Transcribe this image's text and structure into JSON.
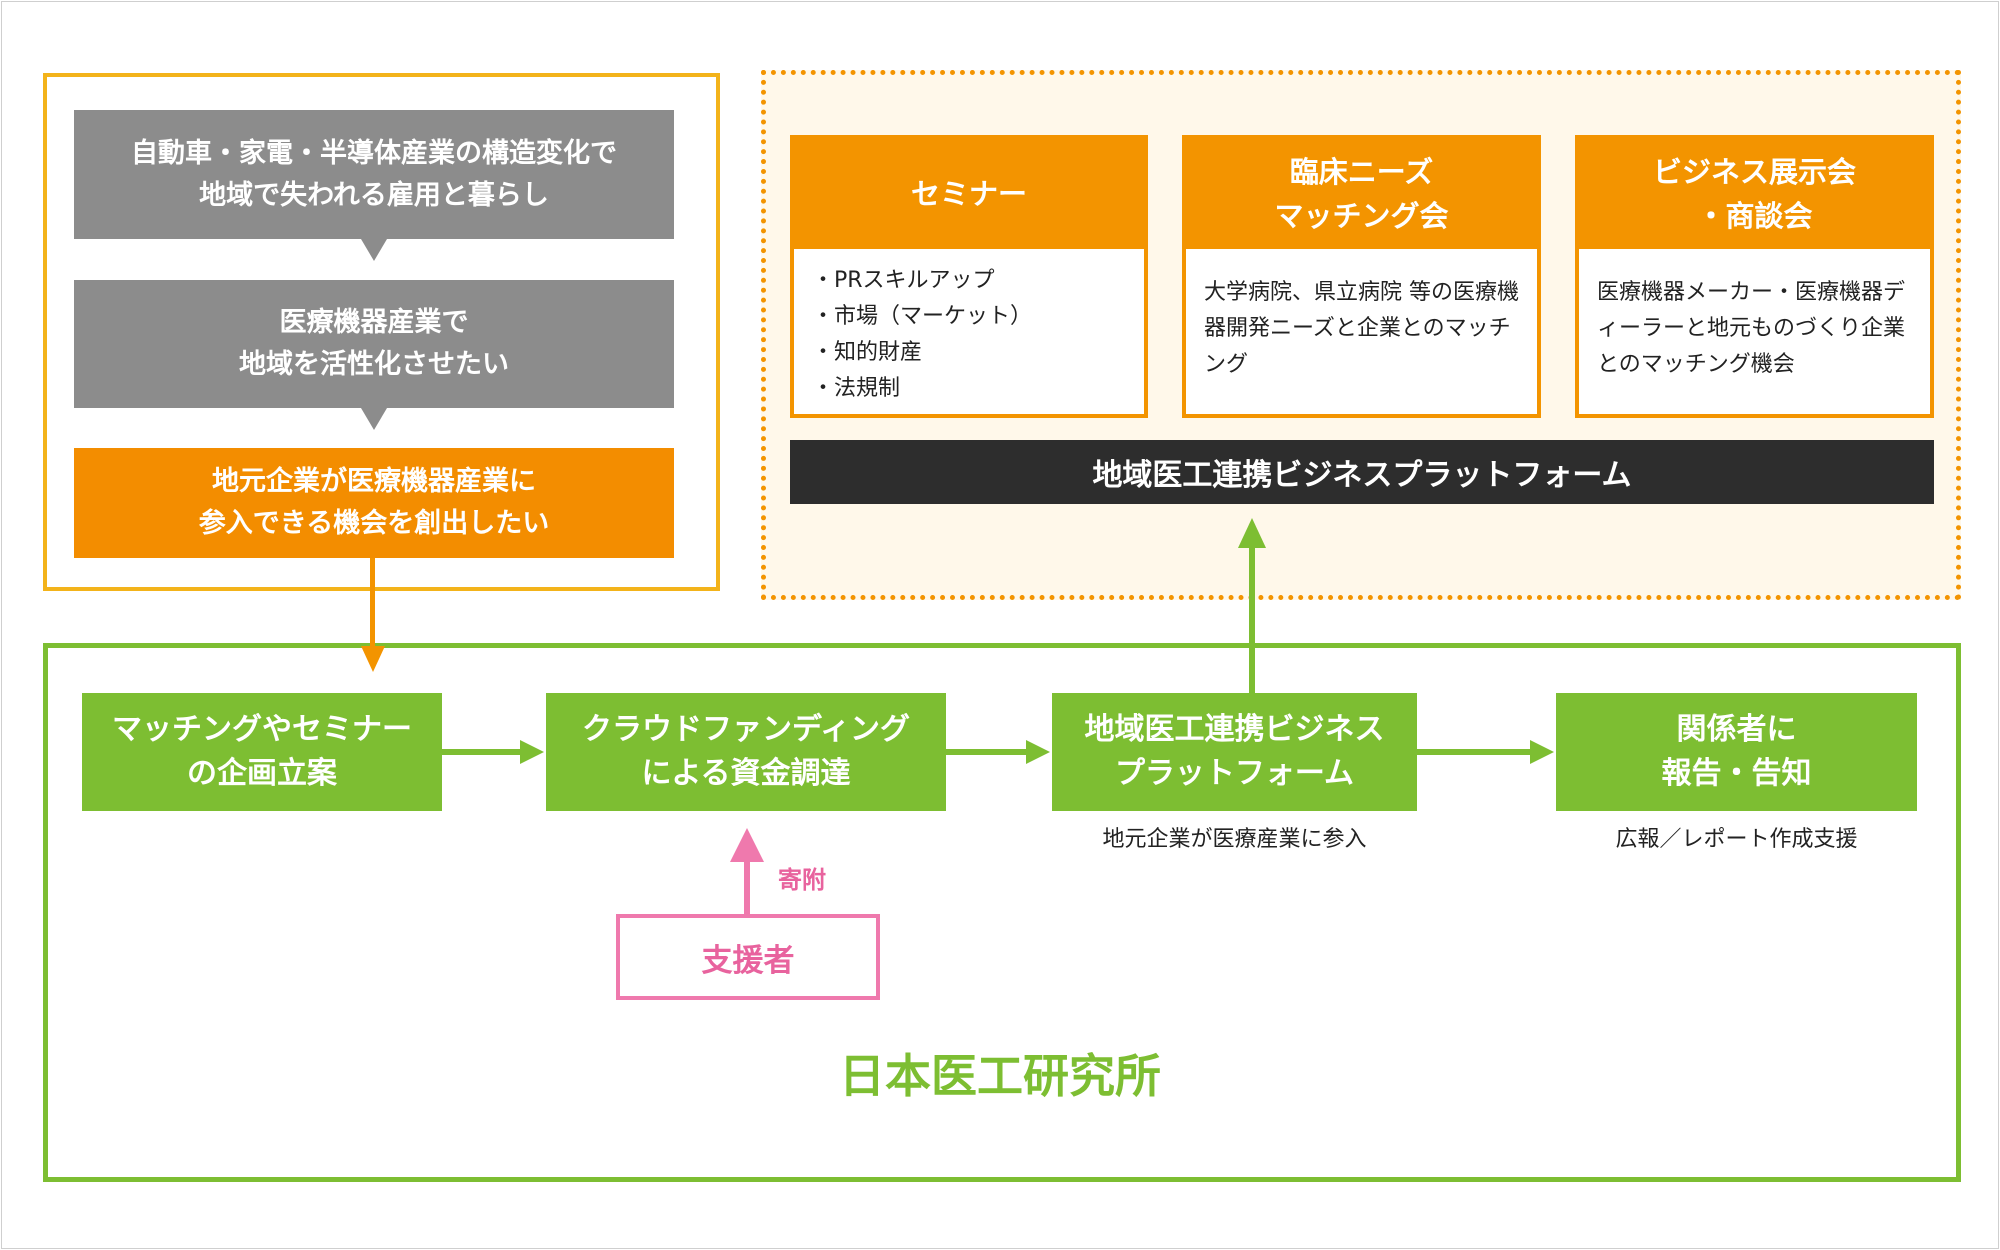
{
  "left_panel": {
    "box1": "自動車・家電・半導体産業の構造変化で\n地域で失われる雇用と暮らし",
    "box2": "医療機器産業で\n地域を活性化させたい",
    "box3": "地元企業が医療機器産業に\n参入できる機会を創出したい"
  },
  "right_panel": {
    "cards": [
      {
        "title": "セミナー",
        "items": [
          "・PRスキルアップ",
          "・市場（マーケット）",
          "・知的財産",
          "・法規制"
        ]
      },
      {
        "title": "臨床ニーズ\nマッチング会",
        "body": "大学病院、県立病院 等の医療機器開発ニーズと企業とのマッチング"
      },
      {
        "title": "ビジネス展示会\n・商談会",
        "body": "医療機器メーカー・医療機器ディーラーと地元ものづくり企業とのマッチング機会"
      }
    ],
    "platform": "地域医工連携ビジネスプラットフォーム"
  },
  "flow": {
    "steps": [
      {
        "label": "マッチングやセミナー\nの企画立案"
      },
      {
        "label": "クラウドファンディング\nによる資金調達"
      },
      {
        "label": "地域医工連携ビジネス\nプラットフォーム",
        "caption": "地元企業が医療産業に参入"
      },
      {
        "label": "関係者に\n報告・告知",
        "caption": "広報／レポート作成支援"
      }
    ],
    "supporter": "支援者",
    "donation": "寄附",
    "organization": "日本医工研究所"
  },
  "colors": {
    "orange": "#f39400",
    "green": "#7dbe32",
    "gray": "#8c8c8c",
    "pink": "#ef79ad",
    "yellow_border": "#f3b31a",
    "dark": "#2d2d2d"
  }
}
